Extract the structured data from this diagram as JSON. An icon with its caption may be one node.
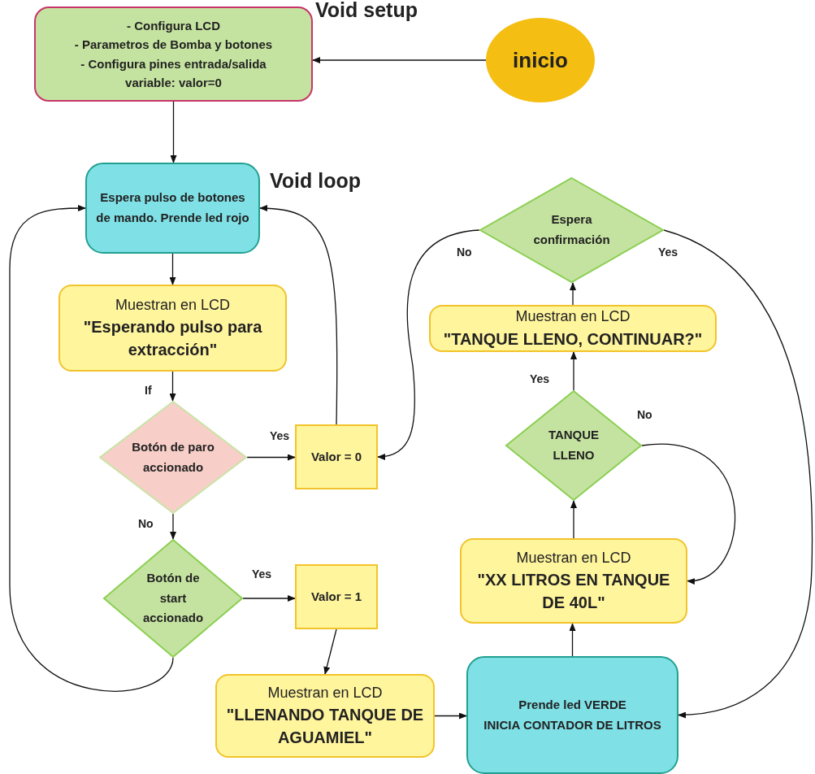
{
  "diagram": {
    "nodes": [
      {
        "text": [
          "- Configura LCD",
          "- Parametros de Bomba y botones",
          "- Configura pines entrada/salida",
          "variable: valor=0"
        ],
        "beside": [
          "Void setup"
        ]
      },
      {
        "text": [
          "inicio"
        ]
      },
      {
        "text": [
          "Espera pulso de botones de mando. Prende led rojo"
        ],
        "beside": [
          "Void loop"
        ]
      },
      {
        "text": [
          "Muestran en LCD",
          "\"Esperando pulso para extracción\""
        ]
      },
      {
        "text": [
          "Botón de paro accionado"
        ]
      },
      {
        "text": [
          "Valor = 0"
        ]
      },
      {
        "text": [
          "Botón de start accionado"
        ]
      },
      {
        "text": [
          "Valor = 1"
        ]
      },
      {
        "text": [
          "Muestran en LCD",
          "\"LLENANDO TANQUE DE AGUAMIEL\""
        ]
      },
      {
        "text": [
          "Prende led VERDE",
          "INICIA CONTADOR DE LITROS"
        ]
      },
      {
        "text": [
          "Muestran en LCD",
          "\"XX LITROS EN TANQUE DE 40L\""
        ]
      },
      {
        "text": [
          "TANQUE LLENO"
        ]
      },
      {
        "text": [
          "Muestran en LCD",
          "\"TANQUE LLENO, CONTINUAR?\""
        ]
      },
      {
        "text": [
          "Espera confirmación"
        ]
      }
    ],
    "edges": [
      {
        "from": 1,
        "to": 0,
        "arrow": "to"
      },
      {
        "from": 0,
        "to": 2,
        "arrow": "to"
      },
      {
        "from": 2,
        "to": 3,
        "arrow": "to"
      },
      {
        "from": 3,
        "to": 4,
        "arrow": "to",
        "label": "If"
      },
      {
        "from": 4,
        "to": 5,
        "arrow": "to",
        "label": "Yes"
      },
      {
        "from": 5,
        "to": 2,
        "arrow": "to"
      },
      {
        "from": 4,
        "to": 6,
        "arrow": "to",
        "label": "No"
      },
      {
        "from": 6,
        "to": 2,
        "arrow": "to"
      },
      {
        "from": 6,
        "to": 7,
        "arrow": "to",
        "label": "Yes"
      },
      {
        "from": 7,
        "to": 8,
        "arrow": "to"
      },
      {
        "from": 8,
        "to": 9,
        "arrow": "to"
      },
      {
        "from": 9,
        "to": 10,
        "arrow": "to"
      },
      {
        "from": 10,
        "to": 11,
        "arrow": "to"
      },
      {
        "from": 11,
        "to": 12,
        "arrow": "to",
        "label": "Yes"
      },
      {
        "from": 11,
        "to": 10,
        "arrow": "to",
        "label": "No"
      },
      {
        "from": 12,
        "to": 13,
        "arrow": "to"
      },
      {
        "from": 13,
        "to": 5,
        "arrow": "to",
        "label": "No"
      },
      {
        "from": 13,
        "to": 9,
        "arrow": "to",
        "label": "Yes"
      }
    ]
  }
}
